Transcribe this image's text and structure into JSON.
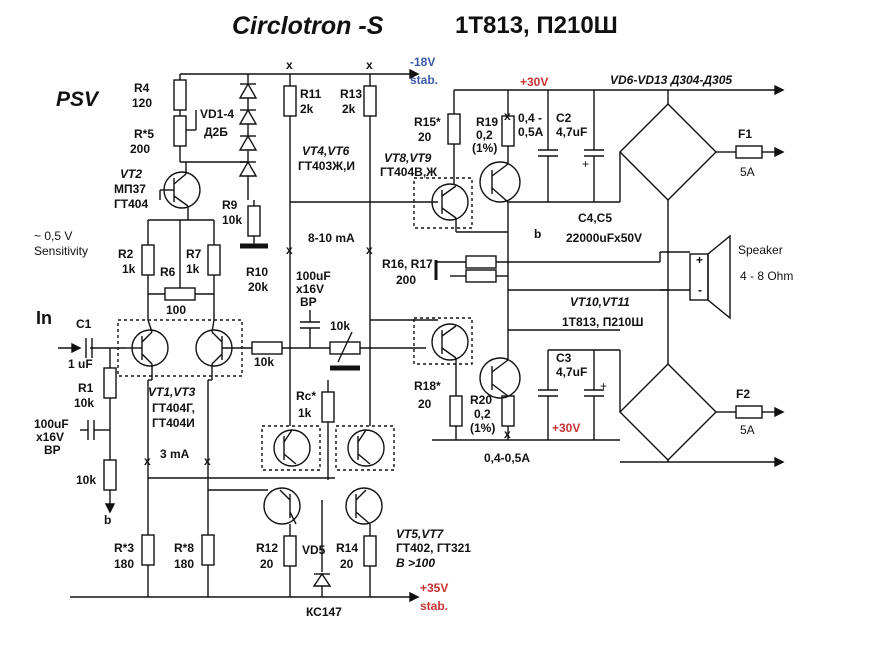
{
  "title": {
    "main": "Circlotron -S",
    "transistors": "1T813, П210Ш"
  },
  "psv": "PSV",
  "rails": {
    "neg18": "-18V",
    "neg18_note": "stab.",
    "pos35": "+35V",
    "pos35_note": "stab.",
    "pos30_top": "+30V",
    "pos30_bottom": "+30V"
  },
  "input": {
    "sensitivity_value": "~ 0,5 V",
    "sensitivity_label": "Sensitivity",
    "in_label": "In",
    "b_label": "b"
  },
  "labels": {
    "R4": {
      "name": "R4",
      "value": "120"
    },
    "R5": {
      "name": "R*5",
      "value": "200"
    },
    "VD1_4": {
      "name": "VD1-4",
      "value": "Д2Б"
    },
    "VT2": {
      "name": "VT2",
      "value": "МП37",
      "value2": "ГТ404"
    },
    "R9": {
      "name": "R9",
      "value": "10k"
    },
    "R11": {
      "name": "R11",
      "value": "2k"
    },
    "R13": {
      "name": "R13",
      "value": "2k"
    },
    "VT4_6": {
      "name": "VT4,VT6",
      "value": "ГТ403Ж,И"
    },
    "R2": {
      "name": "R2",
      "value": "1k"
    },
    "R7": {
      "name": "R7",
      "value": "1k"
    },
    "R6": {
      "name": "R6",
      "value": "100"
    },
    "R10": {
      "name": "R10",
      "value": "20k"
    },
    "current1": "8-10 mA",
    "C1": {
      "name": "C1",
      "value": "1 uF"
    },
    "R1": {
      "name": "R1",
      "value": "10k"
    },
    "Cbp1": {
      "value": "100uF",
      "value2": "x16V",
      "value3": "BP"
    },
    "Cbp2": {
      "value": "100uF",
      "value2": "x16V",
      "value3": "BP"
    },
    "R_in2": {
      "value": "10k"
    },
    "R_mid1": {
      "value": "10k"
    },
    "R_mid2": {
      "value": "10k"
    },
    "VT1_3": {
      "name": "VT1,VT3",
      "value": "ГТ404Г,",
      "value2": "ГТ404И"
    },
    "current2": "3 mA",
    "Rc": {
      "name": "Rc*",
      "value": "1k"
    },
    "R3": {
      "name": "R*3",
      "value": "180"
    },
    "R8": {
      "name": "R*8",
      "value": "180"
    },
    "R12": {
      "name": "R12",
      "value": "20"
    },
    "VD5": {
      "name": "VD5",
      "value": "КС147"
    },
    "R14": {
      "name": "R14",
      "value": "20"
    },
    "VT5_7": {
      "name": "VT5,VT7",
      "value": "ГТ402, ГТ321",
      "value2": "В >100"
    },
    "R15": {
      "name": "R15*",
      "value": "20"
    },
    "R19": {
      "name": "R19",
      "value": "0,2",
      "value2": "(1%)"
    },
    "I_top": {
      "value": "0,4 -",
      "value2": "0,5A"
    },
    "VT8_9": {
      "name": "VT8,VT9",
      "value": "ГТ404В,Ж"
    },
    "C2": {
      "name": "C2",
      "value": "4,7uF"
    },
    "C4_5": {
      "name": "C4,C5",
      "value": "22000uFx50V"
    },
    "R16_17": {
      "name": "R16, R17",
      "value": "200"
    },
    "VT10_11": {
      "name": "VT10,VT11",
      "value": "1T813, П210Ш"
    },
    "R18": {
      "name": "R18*",
      "value": "20"
    },
    "R20": {
      "name": "R20",
      "value": "0,2",
      "value2": "(1%)"
    },
    "I_bot": {
      "value": "0,4-0,5A"
    },
    "C3": {
      "name": "C3",
      "value": "4,7uF"
    },
    "bridge": {
      "name": "VD6-VD13 Д304-Д305"
    },
    "F1": {
      "name": "F1",
      "value": "5A"
    },
    "F2": {
      "name": "F2",
      "value": "5A"
    },
    "speaker": {
      "name": "Speaker",
      "value": "4 - 8 Ohm"
    },
    "plus": "+",
    "minus": "-",
    "x": "x"
  }
}
